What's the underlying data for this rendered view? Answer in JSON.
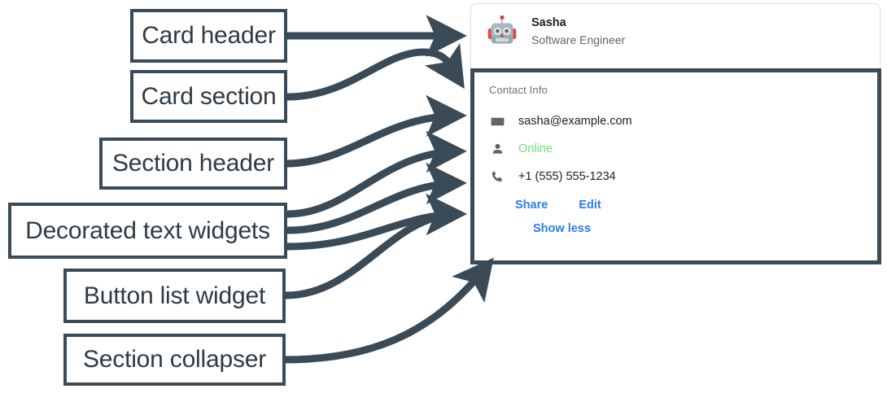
{
  "annotations": [
    {
      "label": "Card header",
      "name": "callout-card-header"
    },
    {
      "label": "Card section",
      "name": "callout-card-section"
    },
    {
      "label": "Section header",
      "name": "callout-section-header"
    },
    {
      "label": "Decorated text widgets",
      "name": "callout-decorated-text-widgets"
    },
    {
      "label": "Button list widget",
      "name": "callout-button-list-widget"
    },
    {
      "label": "Section collapser",
      "name": "callout-section-collapser"
    }
  ],
  "card": {
    "header": {
      "title": "Sasha",
      "subtitle": "Software Engineer",
      "avatar_icon": "robot-avatar"
    },
    "section": {
      "header": "Contact Info",
      "rows": [
        {
          "icon": "mail-icon",
          "text": "sasha@example.com",
          "status": false
        },
        {
          "icon": "person-icon",
          "text": "Online",
          "status": true
        },
        {
          "icon": "phone-icon",
          "text": "+1 (555) 555-1234",
          "status": false
        }
      ],
      "buttons": [
        {
          "label": "Share"
        },
        {
          "label": "Edit"
        }
      ],
      "collapser": {
        "label": "Show less"
      }
    }
  },
  "colors": {
    "annotation_stroke": "#3a4b57",
    "annotation_text": "#2e3b45",
    "card_border": "#dadce0",
    "link_blue": "#2b7de9",
    "online_green": "#6ddc7c",
    "muted_text": "#5f6368",
    "primary_text": "#202124"
  }
}
